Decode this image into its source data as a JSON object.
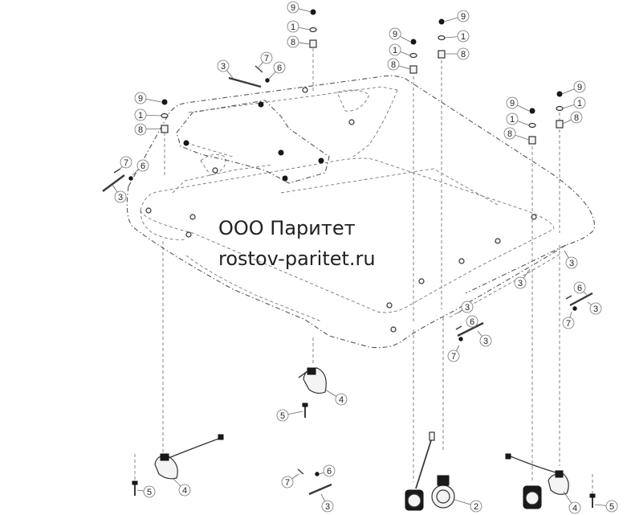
{
  "watermark": {
    "company": "ООО Паритет",
    "website": "rostov-paritet.ru"
  },
  "callouts": [
    {
      "id": "c9a",
      "label": "9"
    },
    {
      "id": "c1a",
      "label": "1"
    },
    {
      "id": "c8a",
      "label": "8"
    },
    {
      "id": "c9b",
      "label": "9"
    },
    {
      "id": "c1b",
      "label": "1"
    },
    {
      "id": "c8b",
      "label": "8"
    },
    {
      "id": "c9c",
      "label": "9"
    },
    {
      "id": "c1c",
      "label": "1"
    },
    {
      "id": "c8c",
      "label": "8"
    },
    {
      "id": "c9d",
      "label": "9"
    },
    {
      "id": "c1d",
      "label": "1"
    },
    {
      "id": "c8d",
      "label": "8"
    },
    {
      "id": "c9e",
      "label": "9"
    },
    {
      "id": "c1e",
      "label": "1"
    },
    {
      "id": "c8e",
      "label": "8"
    },
    {
      "id": "c9f",
      "label": "9"
    },
    {
      "id": "c1f",
      "label": "1"
    },
    {
      "id": "c8f",
      "label": "8"
    },
    {
      "id": "c3a",
      "label": "3"
    },
    {
      "id": "c7a",
      "label": "7"
    },
    {
      "id": "c6a",
      "label": "6"
    },
    {
      "id": "c7b",
      "label": "7"
    },
    {
      "id": "c6b",
      "label": "6"
    },
    {
      "id": "c3b",
      "label": "3"
    },
    {
      "id": "c3c",
      "label": "3"
    },
    {
      "id": "c3d",
      "label": "3"
    },
    {
      "id": "c6c",
      "label": "6"
    },
    {
      "id": "c3e",
      "label": "3"
    },
    {
      "id": "c7c",
      "label": "7"
    },
    {
      "id": "c3f",
      "label": "3"
    },
    {
      "id": "c6d",
      "label": "6"
    },
    {
      "id": "c3g",
      "label": "3"
    },
    {
      "id": "c7d",
      "label": "7"
    },
    {
      "id": "c4a",
      "label": "4"
    },
    {
      "id": "c5a",
      "label": "5"
    },
    {
      "id": "c4b",
      "label": "4"
    },
    {
      "id": "c5b",
      "label": "5"
    },
    {
      "id": "c7e",
      "label": "7"
    },
    {
      "id": "c6e",
      "label": "6"
    },
    {
      "id": "c3h",
      "label": "3"
    },
    {
      "id": "c2a",
      "label": "2"
    },
    {
      "id": "c4c",
      "label": "4"
    },
    {
      "id": "c5c",
      "label": "5"
    }
  ]
}
